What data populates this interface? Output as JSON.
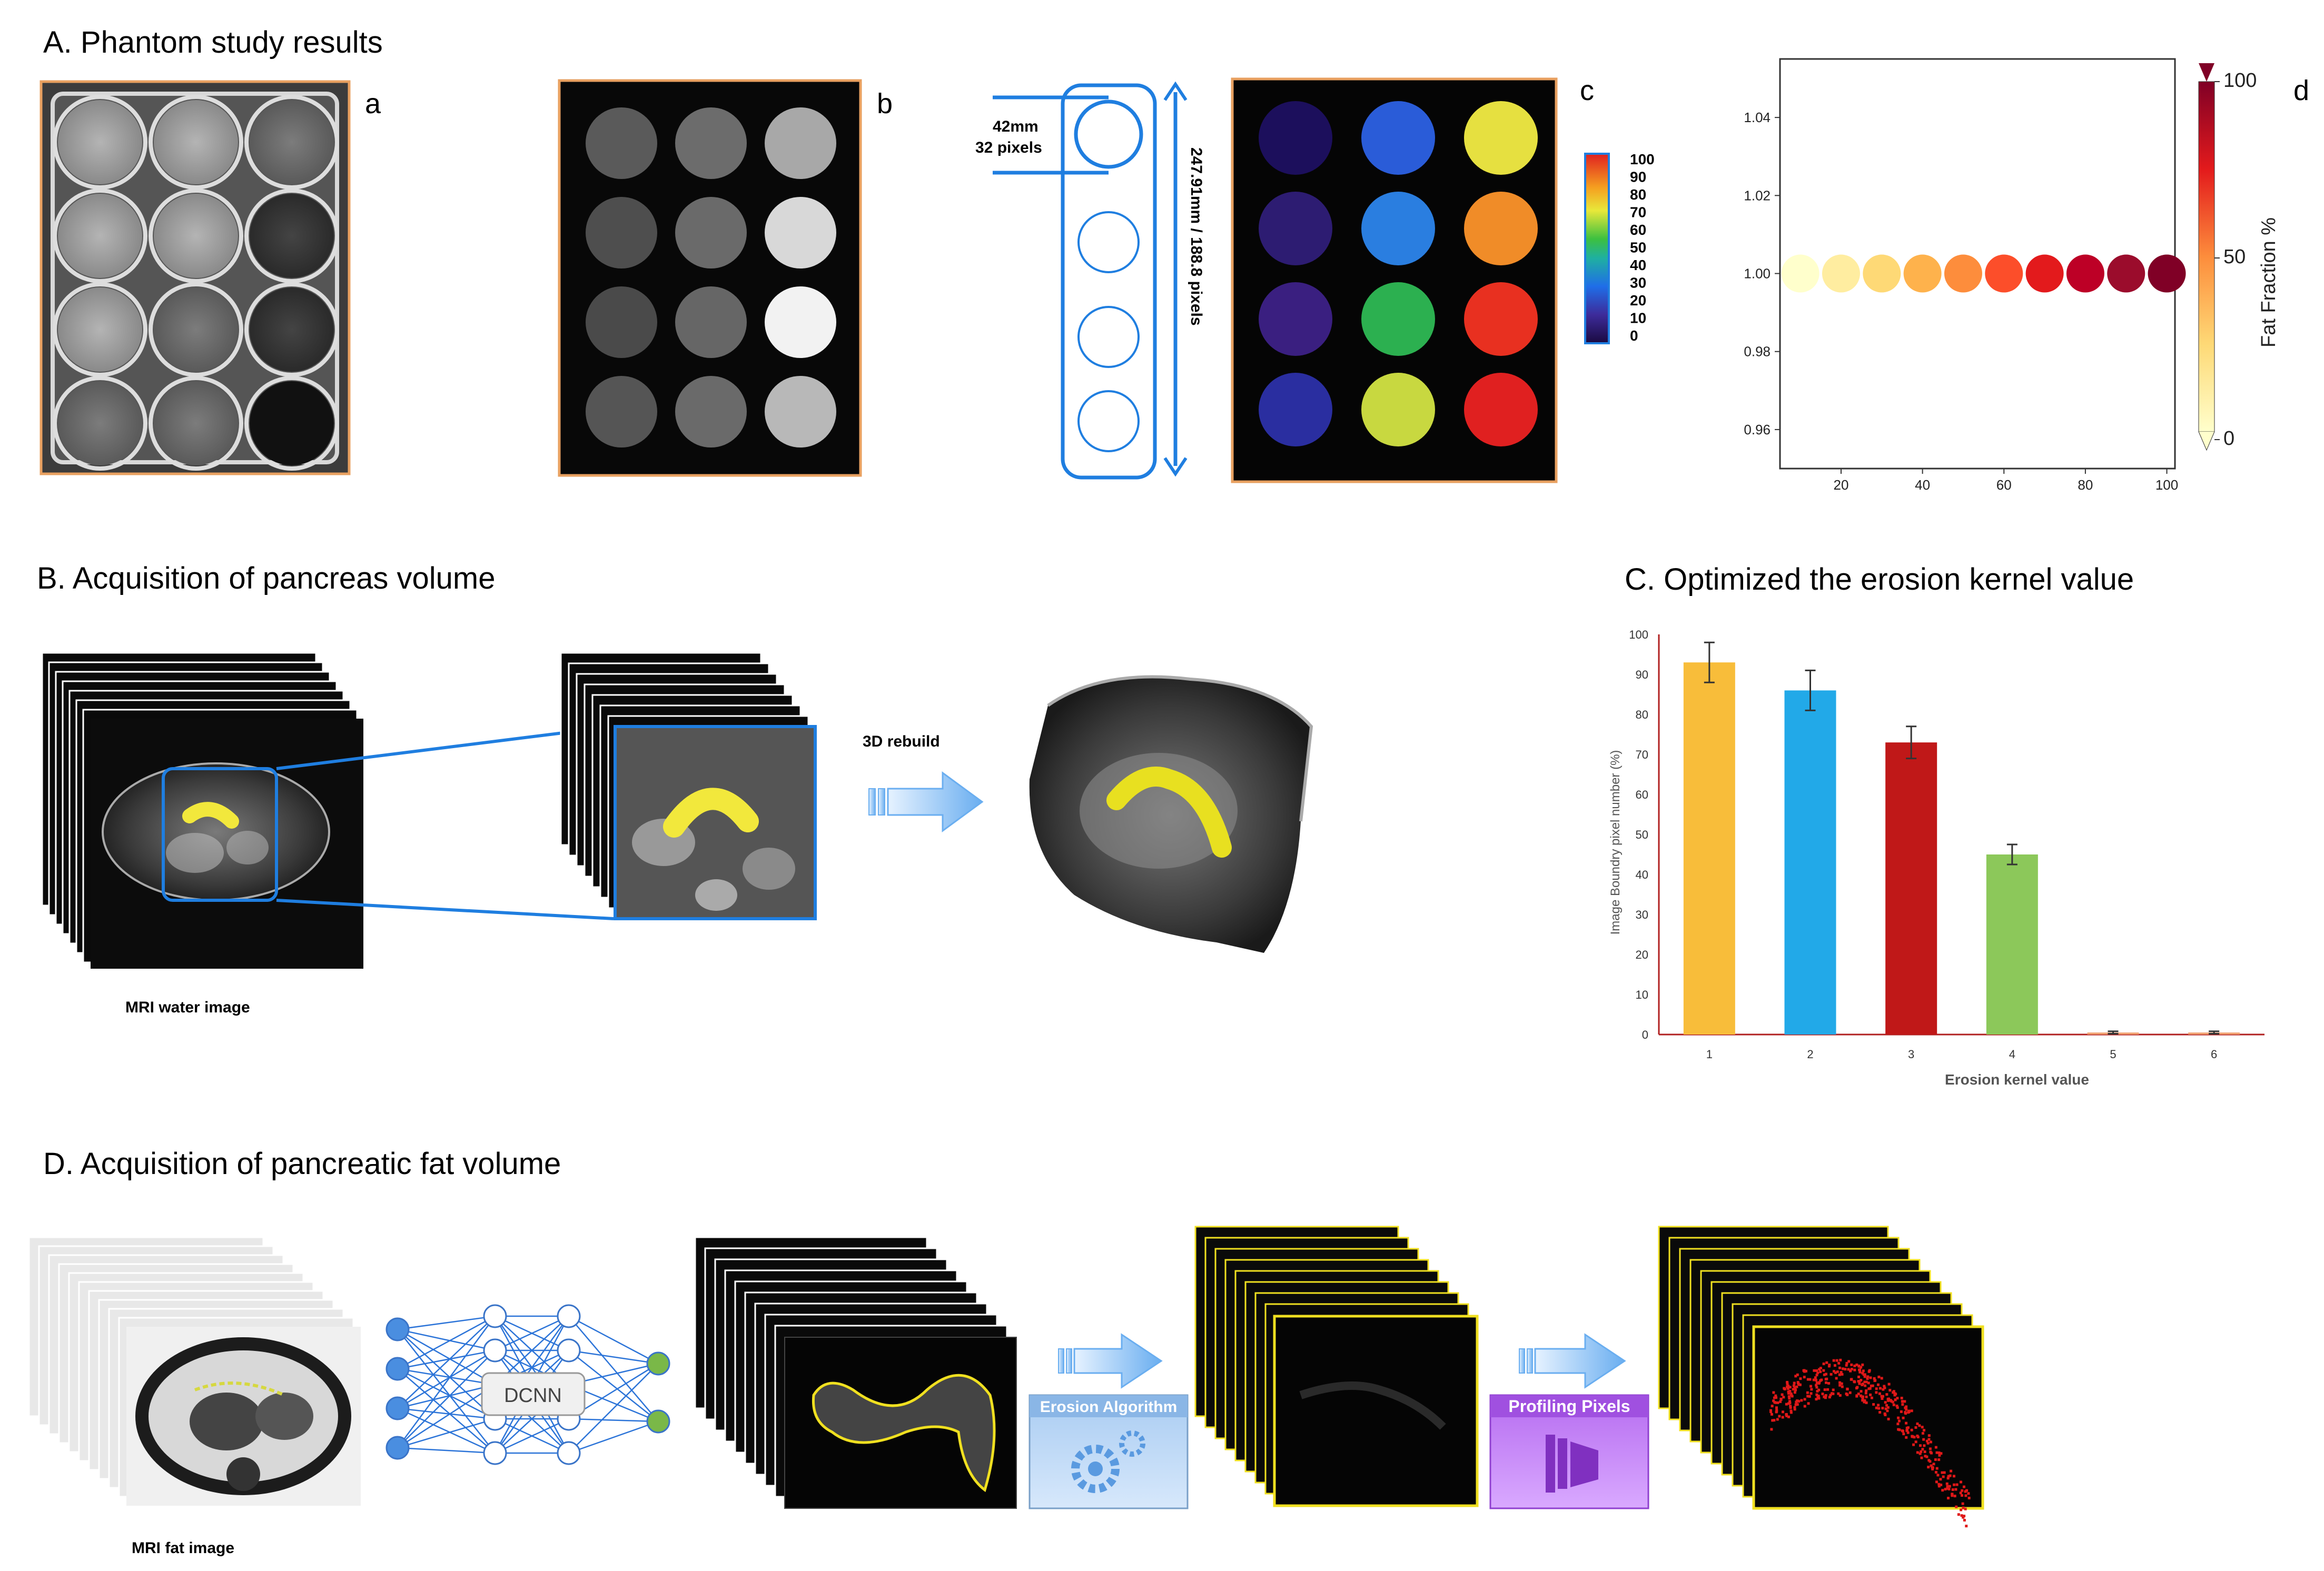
{
  "sections": {
    "A": "A. Phantom study results",
    "B": "B. Acquisition of pancreas volume",
    "C": "C. Optimized the erosion kernel value",
    "D": "D. Acquisition of pancreatic fat volume"
  },
  "panel_letters": {
    "a": "a",
    "b": "b",
    "c": "c",
    "d": "d"
  },
  "schematic": {
    "diameter_mm": "42mm",
    "diameter_px": "32 pixels",
    "length": "247.91mm / 188.8 pixels"
  },
  "colorbar_c": {
    "ticks": [
      "100",
      "90",
      "80",
      "70",
      "60",
      "50",
      "40",
      "30",
      "20",
      "10",
      "0"
    ]
  },
  "rebuild_label": "3D rebuild",
  "mri_water_label": "MRI water image",
  "mri_fat_label": "MRI fat image",
  "dcnn_label": "DCNN",
  "erosion_algo_label": "Erosion Algorithm",
  "profiling_label": "Profiling Pixels",
  "colors": {
    "frame_orange": "#e8a060",
    "blue_line": "#1f7ee0",
    "yellow_frame": "#f0e020",
    "bar_colors": [
      "#f8bd3a",
      "#22a9e8",
      "#c01818",
      "#8cc85a",
      "#f0a070",
      "#f0a070"
    ]
  },
  "chart_data": [
    {
      "type": "scatter",
      "panel": "d",
      "x": [
        10,
        20,
        30,
        40,
        50,
        60,
        70,
        80,
        90,
        100
      ],
      "y": [
        1.0,
        1.0,
        1.0,
        1.0,
        1.0,
        1.0,
        1.0,
        1.0,
        1.0,
        1.0
      ],
      "color_values": [
        10,
        20,
        30,
        40,
        50,
        60,
        70,
        80,
        90,
        100
      ],
      "xticks": [
        "20",
        "40",
        "60",
        "80",
        "100"
      ],
      "yticks": [
        "1.04",
        "1.02",
        "1.00",
        "0.98",
        "0.96"
      ],
      "xlim": [
        5,
        102
      ],
      "ylim": [
        0.95,
        1.055
      ],
      "colorbar_label": "Fat Fraction %",
      "colorbar_ticks": [
        "100",
        "50",
        "0"
      ],
      "colormap": "YlOrRd"
    },
    {
      "type": "bar",
      "panel": "C",
      "categories": [
        "1",
        "2",
        "3",
        "4",
        "5",
        "6"
      ],
      "values": [
        93,
        86,
        73,
        45,
        0.5,
        0.5
      ],
      "errors": [
        5,
        5,
        4,
        2.5,
        0.3,
        0.3
      ],
      "xlabel": "Erosion kernel value",
      "ylabel": "Image Boundry pixel number (%)",
      "ylim": [
        0,
        100
      ],
      "yticks": [
        "0",
        "10",
        "20",
        "30",
        "40",
        "50",
        "60",
        "70",
        "80",
        "90",
        "100"
      ]
    }
  ]
}
